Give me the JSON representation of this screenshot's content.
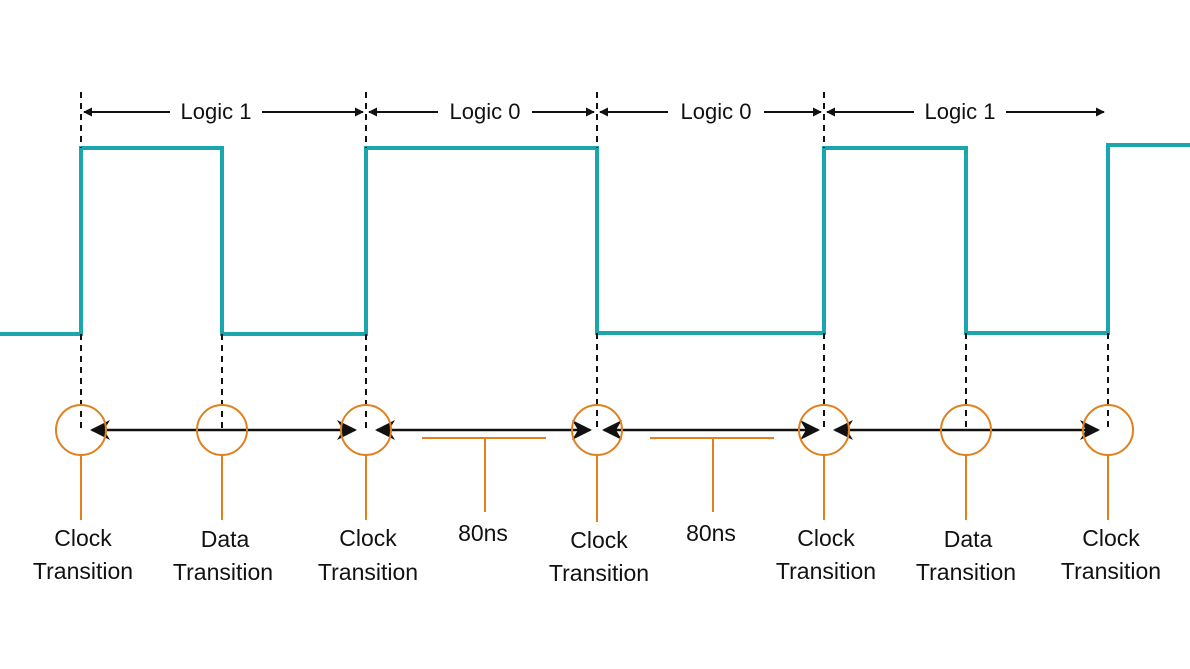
{
  "colors": {
    "signal": "#1aa6ac",
    "marker": "#e0801e",
    "text": "#111111",
    "line": "#111111"
  },
  "logic_labels": [
    "Logic 1",
    "Logic 0",
    "Logic 0",
    "Logic 1"
  ],
  "transitions": [
    {
      "line1": "Clock",
      "line2": "Transition"
    },
    {
      "line1": "Data",
      "line2": "Transition"
    },
    {
      "line1": "Clock",
      "line2": "Transition"
    },
    {
      "line1": "Clock",
      "line2": "Transition"
    },
    {
      "line1": "Clock",
      "line2": "Transition"
    },
    {
      "line1": "Data",
      "line2": "Transition"
    },
    {
      "line1": "Clock",
      "line2": "Transition"
    }
  ],
  "intervals": [
    "80ns",
    "80ns"
  ]
}
